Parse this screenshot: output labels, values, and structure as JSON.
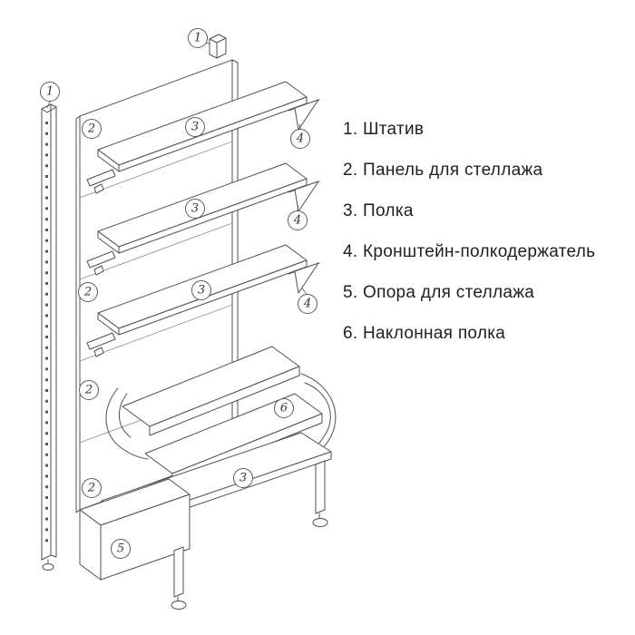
{
  "legend": {
    "items": [
      "1. Штатив",
      "2. Панель для стеллажа",
      "3. Полка",
      "4. Кронштейн-полкодержатель",
      "5. Опора для стеллажа",
      "6. Наклонная полка"
    ]
  },
  "callouts": [
    {
      "n": "1"
    },
    {
      "n": "1"
    },
    {
      "n": "2"
    },
    {
      "n": "3"
    },
    {
      "n": "4"
    },
    {
      "n": "3"
    },
    {
      "n": "4"
    },
    {
      "n": "2"
    },
    {
      "n": "3"
    },
    {
      "n": "4"
    },
    {
      "n": "2"
    },
    {
      "n": "6"
    },
    {
      "n": "2"
    },
    {
      "n": "3"
    },
    {
      "n": "5"
    }
  ]
}
